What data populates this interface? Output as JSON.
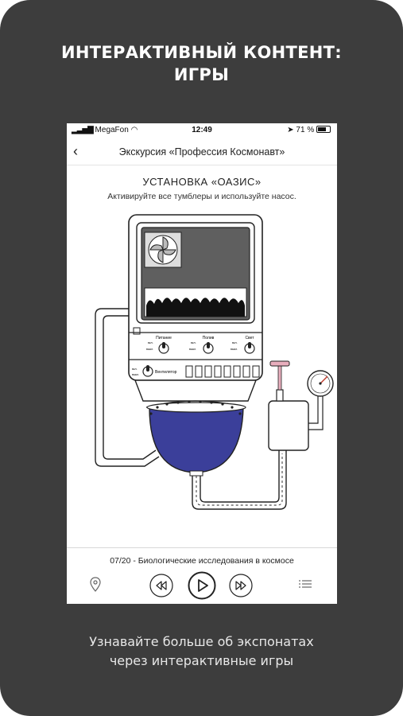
{
  "promo": {
    "headline_line1": "ИНТЕРАКТИВНЫЙ КОНТЕНТ:",
    "headline_line2": "ИГРЫ",
    "caption_line1": "Узнавайте больше об экспонатах",
    "caption_line2": "через интерактивные игры"
  },
  "status_bar": {
    "carrier": "MegaFon",
    "time": "12:49",
    "battery": "71 %"
  },
  "navbar": {
    "back_icon": "chevron-left-icon",
    "title": "Экскурсия «Профессия Космонавт»"
  },
  "game": {
    "title": "УСТАНОВКА «ОАЗИС»",
    "instruction": "Активируйте все тумблеры и используйте насос.",
    "switch_labels": [
      "Питание",
      "Полив",
      "Свет"
    ],
    "switch_on": "вкл.",
    "switch_off": "выкл.",
    "fan_label": "Вентилятор",
    "colors": {
      "bowl": "#3b3f9a",
      "pump_handle": "#e8aebd",
      "line": "#222222"
    }
  },
  "player": {
    "track": "07/20 - Биологические исследования в космосе",
    "location_icon": "map-pin-icon",
    "rewind_icon": "rewind-icon",
    "play_icon": "play-icon",
    "forward_icon": "fast-forward-icon",
    "playlist_icon": "playlist-icon"
  }
}
